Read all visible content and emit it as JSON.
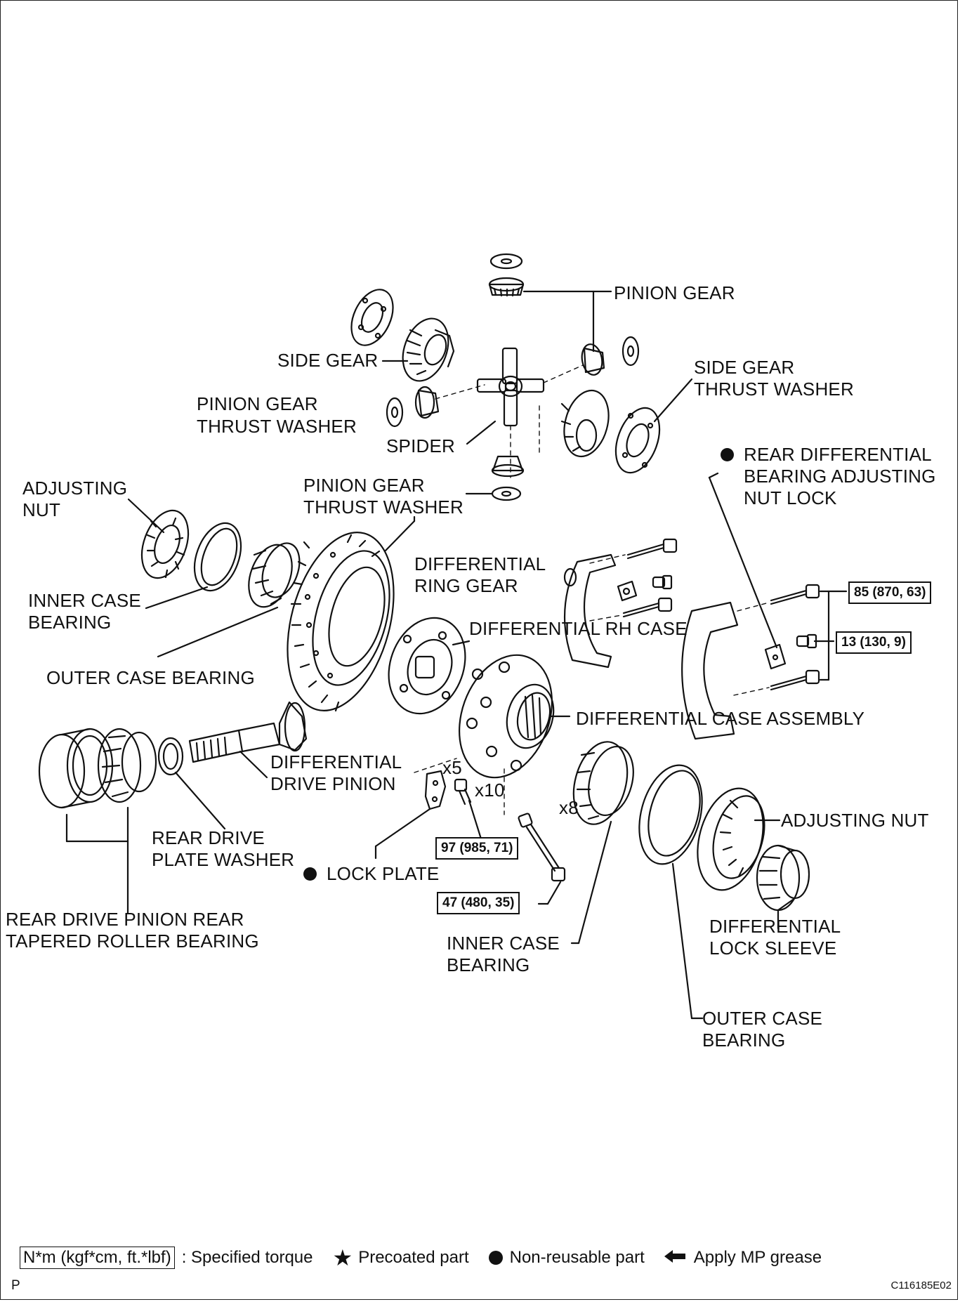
{
  "labels": {
    "pinion_gear": "PINION GEAR",
    "side_gear": "SIDE GEAR",
    "side_gear_thrust_washer_1": "SIDE GEAR",
    "side_gear_thrust_washer_2": "THRUST WASHER",
    "pinion_gear_thrust_washer_a1": "PINION GEAR",
    "pinion_gear_thrust_washer_a2": "THRUST WASHER",
    "spider": "SPIDER",
    "pinion_gear_thrust_washer_b1": "PINION GEAR",
    "pinion_gear_thrust_washer_b2": "THRUST WASHER",
    "rear_diff_nut_lock_1": "REAR DIFFERENTIAL",
    "rear_diff_nut_lock_2": "BEARING ADJUSTING",
    "rear_diff_nut_lock_3": "NUT LOCK",
    "adjusting_nut_left_1": "ADJUSTING",
    "adjusting_nut_left_2": "NUT",
    "inner_case_bearing_left_1": "INNER CASE",
    "inner_case_bearing_left_2": "BEARING",
    "differential_ring_gear_1": "DIFFERENTIAL",
    "differential_ring_gear_2": "RING GEAR",
    "outer_case_bearing_left": "OUTER CASE BEARING",
    "differential_rh_case": "DIFFERENTIAL RH CASE",
    "differential_case_assembly": "DIFFERENTIAL CASE ASSEMBLY",
    "differential_drive_pinion_1": "DIFFERENTIAL",
    "differential_drive_pinion_2": "DRIVE PINION",
    "x5": "x5",
    "x10": "x10",
    "x8": "x8",
    "adjusting_nut_right": "ADJUSTING NUT",
    "rear_drive_plate_washer_1": "REAR DRIVE",
    "rear_drive_plate_washer_2": "PLATE WASHER",
    "lock_plate": "LOCK PLATE",
    "rear_drive_pinion_bearing_1": "REAR DRIVE PINION REAR",
    "rear_drive_pinion_bearing_2": "TAPERED ROLLER BEARING",
    "differential_lock_sleeve_1": "DIFFERENTIAL",
    "differential_lock_sleeve_2": "LOCK SLEEVE",
    "inner_case_bearing_right_1": "INNER CASE",
    "inner_case_bearing_right_2": "BEARING",
    "outer_case_bearing_right_1": "OUTER CASE",
    "outer_case_bearing_right_2": "BEARING"
  },
  "torques": {
    "t1": "85 (870, 63)",
    "t2": "13 (130, 9)",
    "t3": "97 (985, 71)",
    "t4": "47 (480, 35)"
  },
  "legend": {
    "torque_key": "N*m (kgf*cm, ft.*lbf)",
    "torque_text": ": Specified torque",
    "precoated": "Precoated part",
    "non_reusable": "Non-reusable part",
    "mp_grease": "Apply MP grease"
  },
  "footer": {
    "left": "P",
    "right": "C116185E02"
  },
  "icons": [
    "star-icon",
    "filled-circle-icon",
    "left-arrow-icon"
  ]
}
